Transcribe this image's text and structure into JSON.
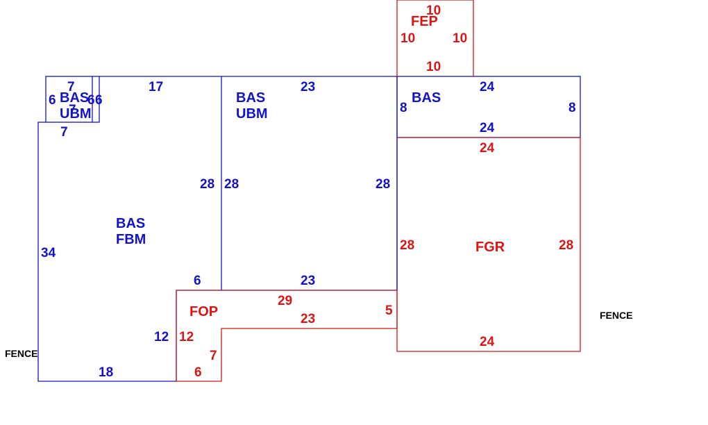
{
  "colors": {
    "living": "#1212c8",
    "other": "#dc1414",
    "fence": "#000000",
    "background": "#ffffff"
  },
  "areas": {
    "bas_ubm_small": [
      "BAS",
      "UBM"
    ],
    "bas_fbm": [
      "BAS",
      "FBM"
    ],
    "bas_ubm_mid": [
      "BAS",
      "UBM"
    ],
    "bas_right": [
      "BAS"
    ],
    "fep": [
      "FEP"
    ],
    "fgr": [
      "FGR"
    ],
    "fop": [
      "FOP"
    ]
  },
  "dimensions": {
    "small_top": "7",
    "small_left": "6",
    "small_right_a": "6",
    "small_right_b": "6",
    "small_inner": "7",
    "small_bottom": "7",
    "fbm_top": "17",
    "fbm_right": "28",
    "fbm_left": "34",
    "fbm_step": "6",
    "fbm_inner": "12",
    "fbm_bottom": "18",
    "mid_top": "23",
    "mid_left": "28",
    "mid_right": "28",
    "mid_bottom": "23",
    "right_top": "24",
    "right_left": "8",
    "right_right": "8",
    "right_bottom": "24",
    "fep_top": "10",
    "fep_left": "10",
    "fep_right": "10",
    "fep_bottom": "10",
    "fgr_top": "24",
    "fgr_left": "28",
    "fgr_right": "28",
    "fgr_bottom": "24",
    "fop_top": "29",
    "fop_inner_top": "23",
    "fop_right": "5",
    "fop_left": "12",
    "fop_inner": "7",
    "fop_bottom": "6"
  },
  "fence_labels": {
    "left": "FENCE",
    "right": "FENCE"
  }
}
